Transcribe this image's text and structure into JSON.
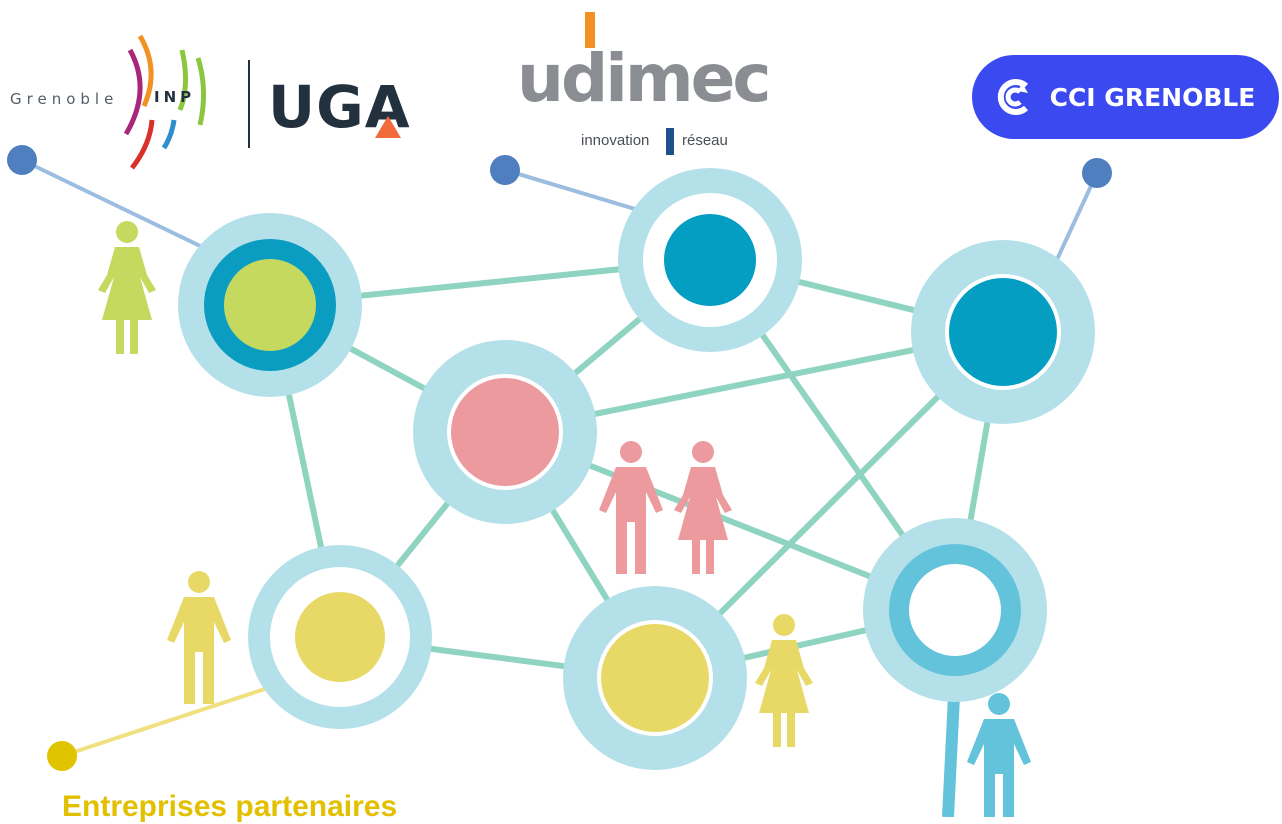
{
  "logos": {
    "grenoble_inp": {
      "word": "Grenoble",
      "box": "INP"
    },
    "uga": {
      "text": "UGA"
    },
    "udimec": {
      "name": "udimec",
      "tagline_left": "innovation",
      "tagline_right": "réseau"
    },
    "cci": {
      "label": "CCI GRENOBLE",
      "color": "#3a4af0"
    }
  },
  "caption": "Entreprises partenaires",
  "colors": {
    "halo": "#b4e0ea",
    "edge": "#8fd4c1",
    "teal": "#049ec3",
    "green": "#c5d95f",
    "pink": "#ec9a9e",
    "yellow": "#e8d967",
    "light_blue": "#62c3da",
    "pin_blue": "#4f7fbe",
    "pin_yellow": "#e0c400"
  },
  "icons": [
    "female-figure-icon",
    "male-figure-icon",
    "cci-logo-icon"
  ]
}
